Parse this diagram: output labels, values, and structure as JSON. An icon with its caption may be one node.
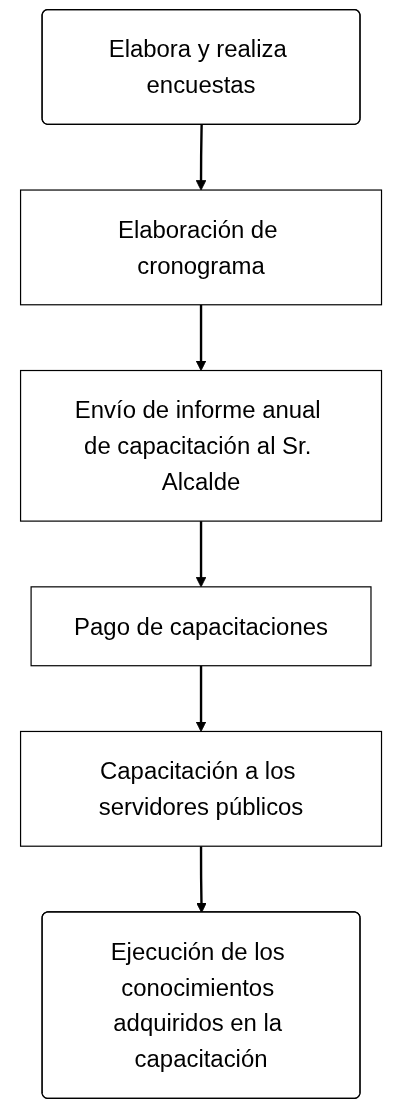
{
  "diagram": {
    "nodes": [
      {
        "text": [
          "Elabora y realiza encuestas"
        ]
      },
      {
        "text": [
          "Elaboración de cronograma"
        ]
      },
      {
        "text": [
          "Envío de informe anual de capacitación al Sr. Alcalde"
        ]
      },
      {
        "text": [
          "Pago de capacitaciones"
        ]
      },
      {
        "text": [
          "Capacitación a los servidores públicos"
        ]
      },
      {
        "text": [
          "Ejecución de los conocimientos adquiridos en la capacitación"
        ]
      }
    ],
    "edges": [
      {
        "from": 0,
        "to": 1,
        "arrow": "to"
      },
      {
        "from": 1,
        "to": 2,
        "arrow": "to"
      },
      {
        "from": 2,
        "to": 3,
        "arrow": "to"
      },
      {
        "from": 3,
        "to": 4,
        "arrow": "to"
      },
      {
        "from": 4,
        "to": 5,
        "arrow": "to"
      }
    ]
  }
}
